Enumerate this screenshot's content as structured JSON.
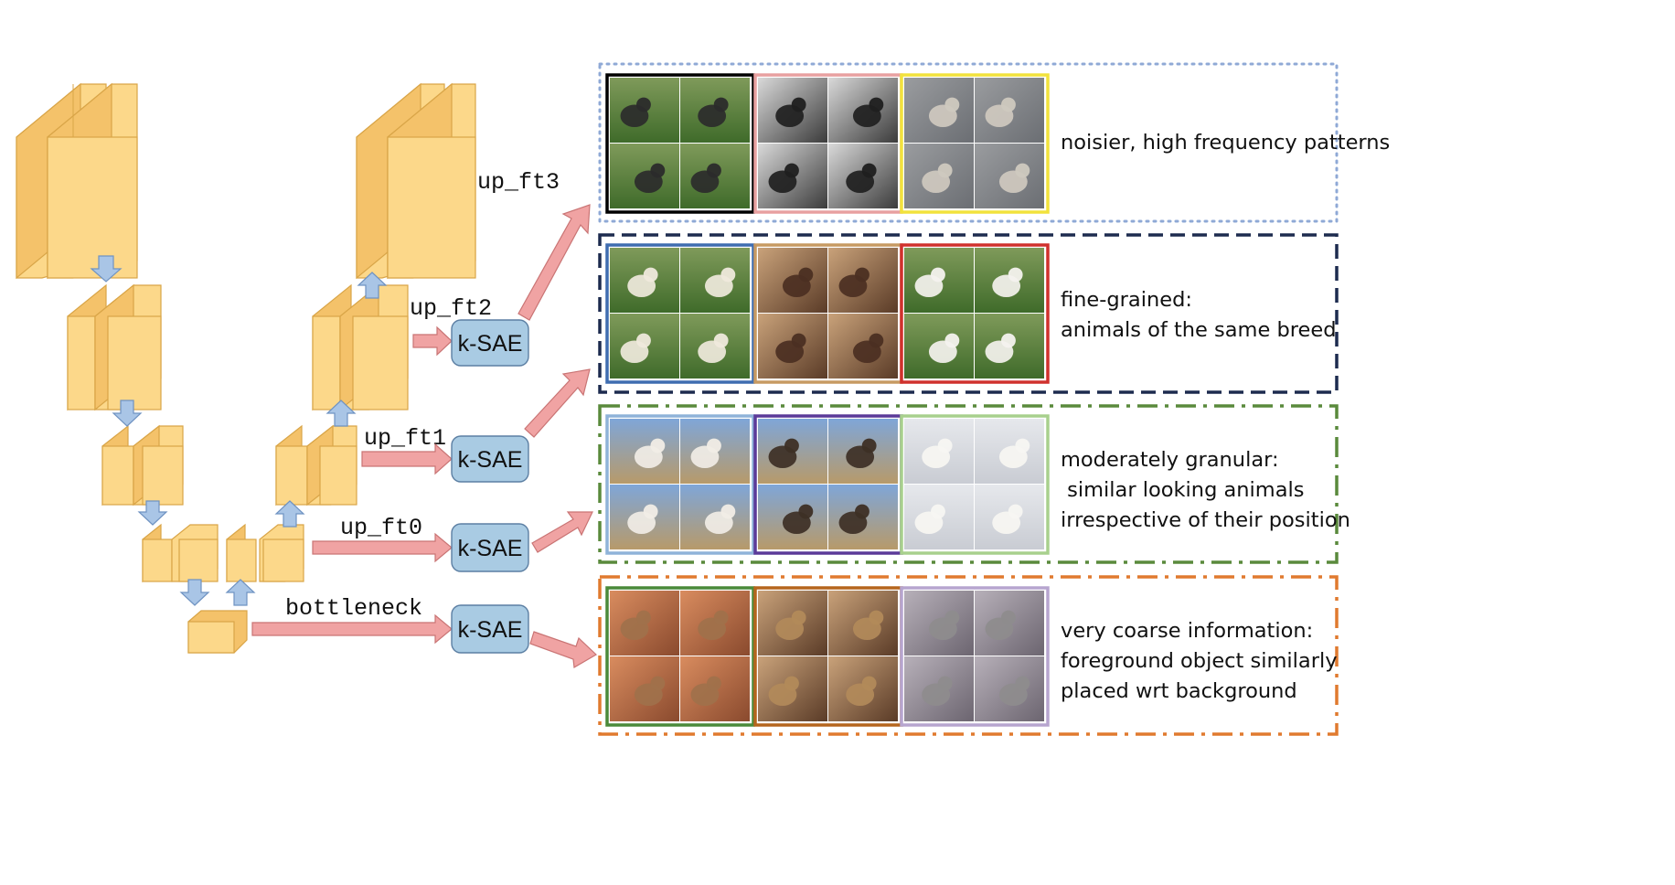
{
  "layers": {
    "up_ft3": "up_ft3",
    "up_ft2": "up_ft2",
    "up_ft1": "up_ft1",
    "up_ft0": "up_ft0",
    "bottleneck": "bottleneck"
  },
  "sae_label": "k-SAE",
  "panels": [
    {
      "id": "up_ft3",
      "border_color": "#8fa9d6",
      "border_style": "dotted",
      "heading": "",
      "body": "noisier, high frequency patterns",
      "image_groups": [
        {
          "frame_color": "#000000",
          "subject": "dogs on grass"
        },
        {
          "frame_color": "#e8a0a0",
          "subject": "black and white dogs"
        },
        {
          "frame_color": "#f2e23c",
          "subject": "cats and dogs outdoors"
        }
      ]
    },
    {
      "id": "up_ft2",
      "border_color": "#1d2b4f",
      "border_style": "dashed",
      "heading": "fine-grained:",
      "body": "animals of the same breed",
      "image_groups": [
        {
          "frame_color": "#3f6db0",
          "subject": "great pyrenees"
        },
        {
          "frame_color": "#c79a62",
          "subject": "poodle mix"
        },
        {
          "frame_color": "#d0312d",
          "subject": "samoyed"
        }
      ]
    },
    {
      "id": "up_ft1",
      "border_color": "#5a8a3c",
      "border_style": "dash-dot",
      "heading": "moderately granular:",
      "body": " similar looking animals\nirrespective of their position",
      "image_groups": [
        {
          "frame_color": "#8fb3d9",
          "subject": "white dogs"
        },
        {
          "frame_color": "#5b3a99",
          "subject": "dogs in landscape"
        },
        {
          "frame_color": "#a8d08d",
          "subject": "white dogs in snow"
        }
      ]
    },
    {
      "id": "bottleneck",
      "border_color": "#e07a2f",
      "border_style": "dash-dot",
      "heading": "very coarse information:",
      "body": "foreground object similarly\nplaced wrt background",
      "image_groups": [
        {
          "frame_color": "#4a8a3a",
          "subject": "sleeping cats and dogs"
        },
        {
          "frame_color": "#b5651d",
          "subject": "pugs"
        },
        {
          "frame_color": "#b7a5cf",
          "subject": "cats lying down"
        }
      ]
    }
  ],
  "colors": {
    "block_fill": "#fcd88a",
    "block_side": "#f4c26a",
    "block_stroke": "#d9a548",
    "arrow_blue": "#a9c5e6",
    "arrow_blue_stroke": "#6f93c2",
    "arrow_red": "#f0a3a3",
    "arrow_red_stroke": "#c97474",
    "sae_fill": "#a9cbe3",
    "sae_stroke": "#5c7fa3"
  }
}
